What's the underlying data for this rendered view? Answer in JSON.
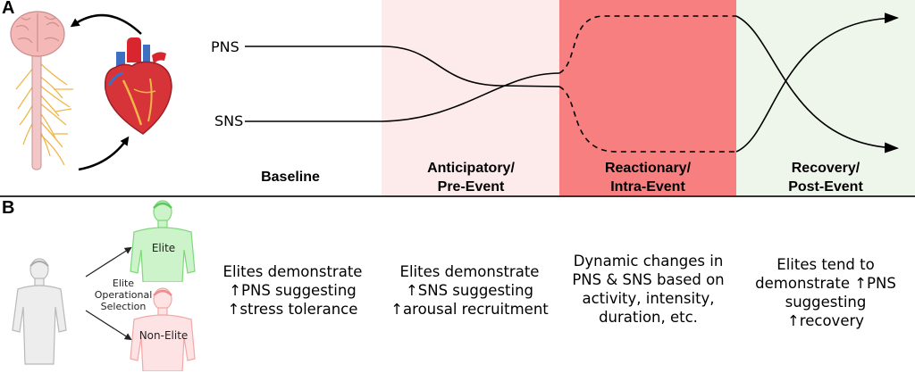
{
  "panels": {
    "a": "A",
    "b": "B"
  },
  "lines": {
    "pns": "PNS",
    "sns": "SNS"
  },
  "phases": [
    {
      "lines": [
        "Baseline"
      ],
      "color": "#ffffff"
    },
    {
      "lines": [
        "Anticipatory/",
        "Pre-Event"
      ],
      "color": "#fdeaea"
    },
    {
      "lines": [
        "Reactionary/",
        "Intra-Event"
      ],
      "color": "#f77f7f"
    },
    {
      "lines": [
        "Recovery/",
        "Post-Event"
      ],
      "color": "#eef5ea"
    }
  ],
  "selection": {
    "label_lines": [
      "Elite",
      "Operational",
      "Selection"
    ],
    "elite": "Elite",
    "non_elite": "Non-Elite"
  },
  "descriptions": [
    {
      "lines": [
        "Elites demonstrate",
        "↑PNS suggesting",
        "↑stress tolerance"
      ]
    },
    {
      "lines": [
        "Elites demonstrate",
        "↑SNS suggesting",
        "↑arousal recruitment"
      ]
    },
    {
      "lines": [
        "Dynamic changes in",
        "PNS & SNS based on",
        "activity, intensity,",
        "duration, etc."
      ]
    },
    {
      "lines": [
        "Elites tend to",
        "demonstrate ↑PNS",
        "suggesting",
        "↑recovery"
      ]
    }
  ],
  "icons": {
    "brain_spine": "brain-spinal-cord-icon",
    "heart": "heart-icon",
    "human_gray": "human-figure-icon",
    "human_elite": "elite-human-figure-icon",
    "human_non_elite": "non-elite-human-figure-icon"
  },
  "colors": {
    "pre_event": "#fdeaea",
    "intra_event": "#f77f7f",
    "post_event": "#eef5ea",
    "elite_green": "#8ee08a",
    "non_elite_red": "#f5a5a5",
    "nerve": "#f0b64a"
  }
}
